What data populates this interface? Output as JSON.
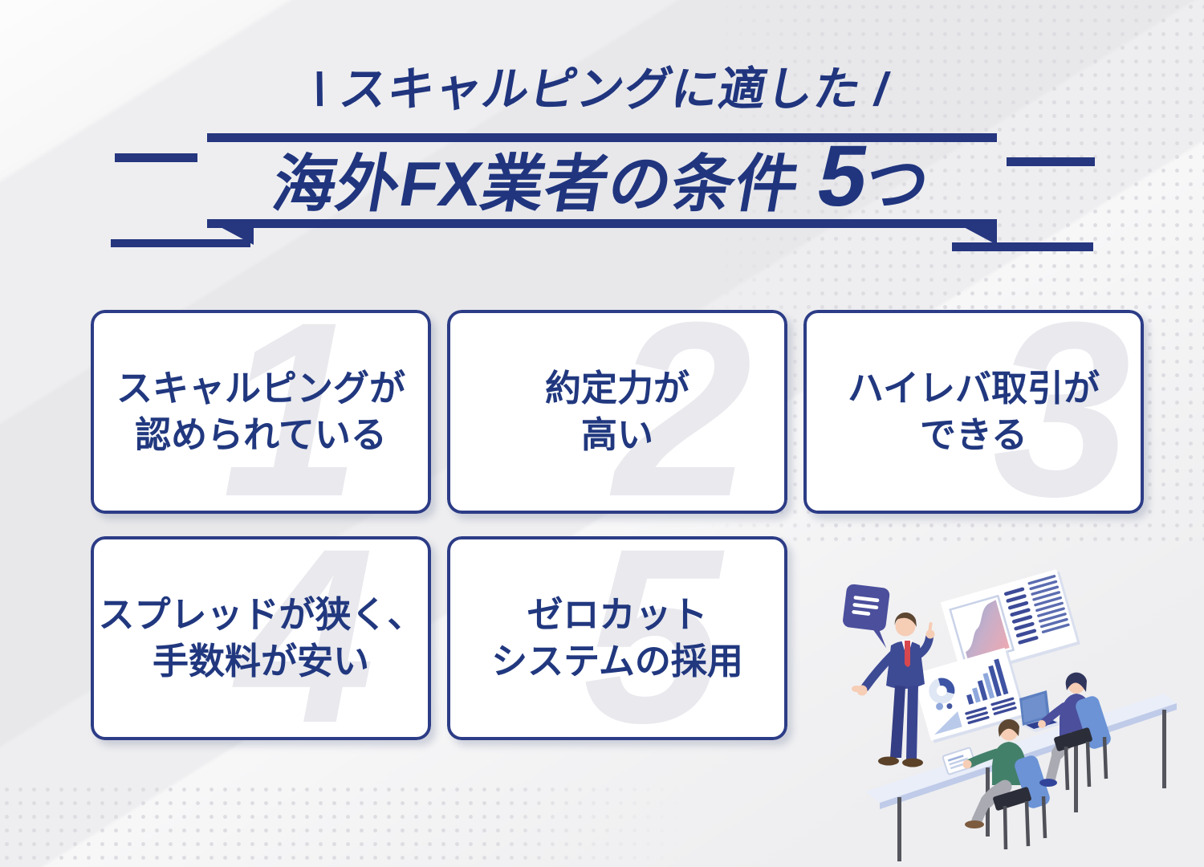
{
  "colors": {
    "navy_text": "#20357e",
    "card_border": "#2c3c86",
    "watermark_gray": "#e9e9ee",
    "background": "#eeeef0",
    "suit_navy": "#3d4a94",
    "tie_red": "#d8474d",
    "sweater_green": "#43806a",
    "jacket_indigo": "#4b4f9c",
    "chair_blue": "#6b93d6"
  },
  "header": {
    "tagline": "\\ スキャルピングに適した /",
    "title_main": "海外FX業者の条件 ",
    "title_number": "5",
    "title_suffix": "つ"
  },
  "cards": [
    {
      "number": "1",
      "line1": "スキャルピングが",
      "line2": "認められている"
    },
    {
      "number": "2",
      "line1": "約定力が",
      "line2": "高い"
    },
    {
      "number": "3",
      "line1": "ハイレバ取引が",
      "line2": "できる"
    },
    {
      "number": "4",
      "line1": "スプレッドが狭く、",
      "line2": "手数料が安い"
    },
    {
      "number": "5",
      "line1": "ゼロカット",
      "line2": "システムの採用"
    }
  ]
}
